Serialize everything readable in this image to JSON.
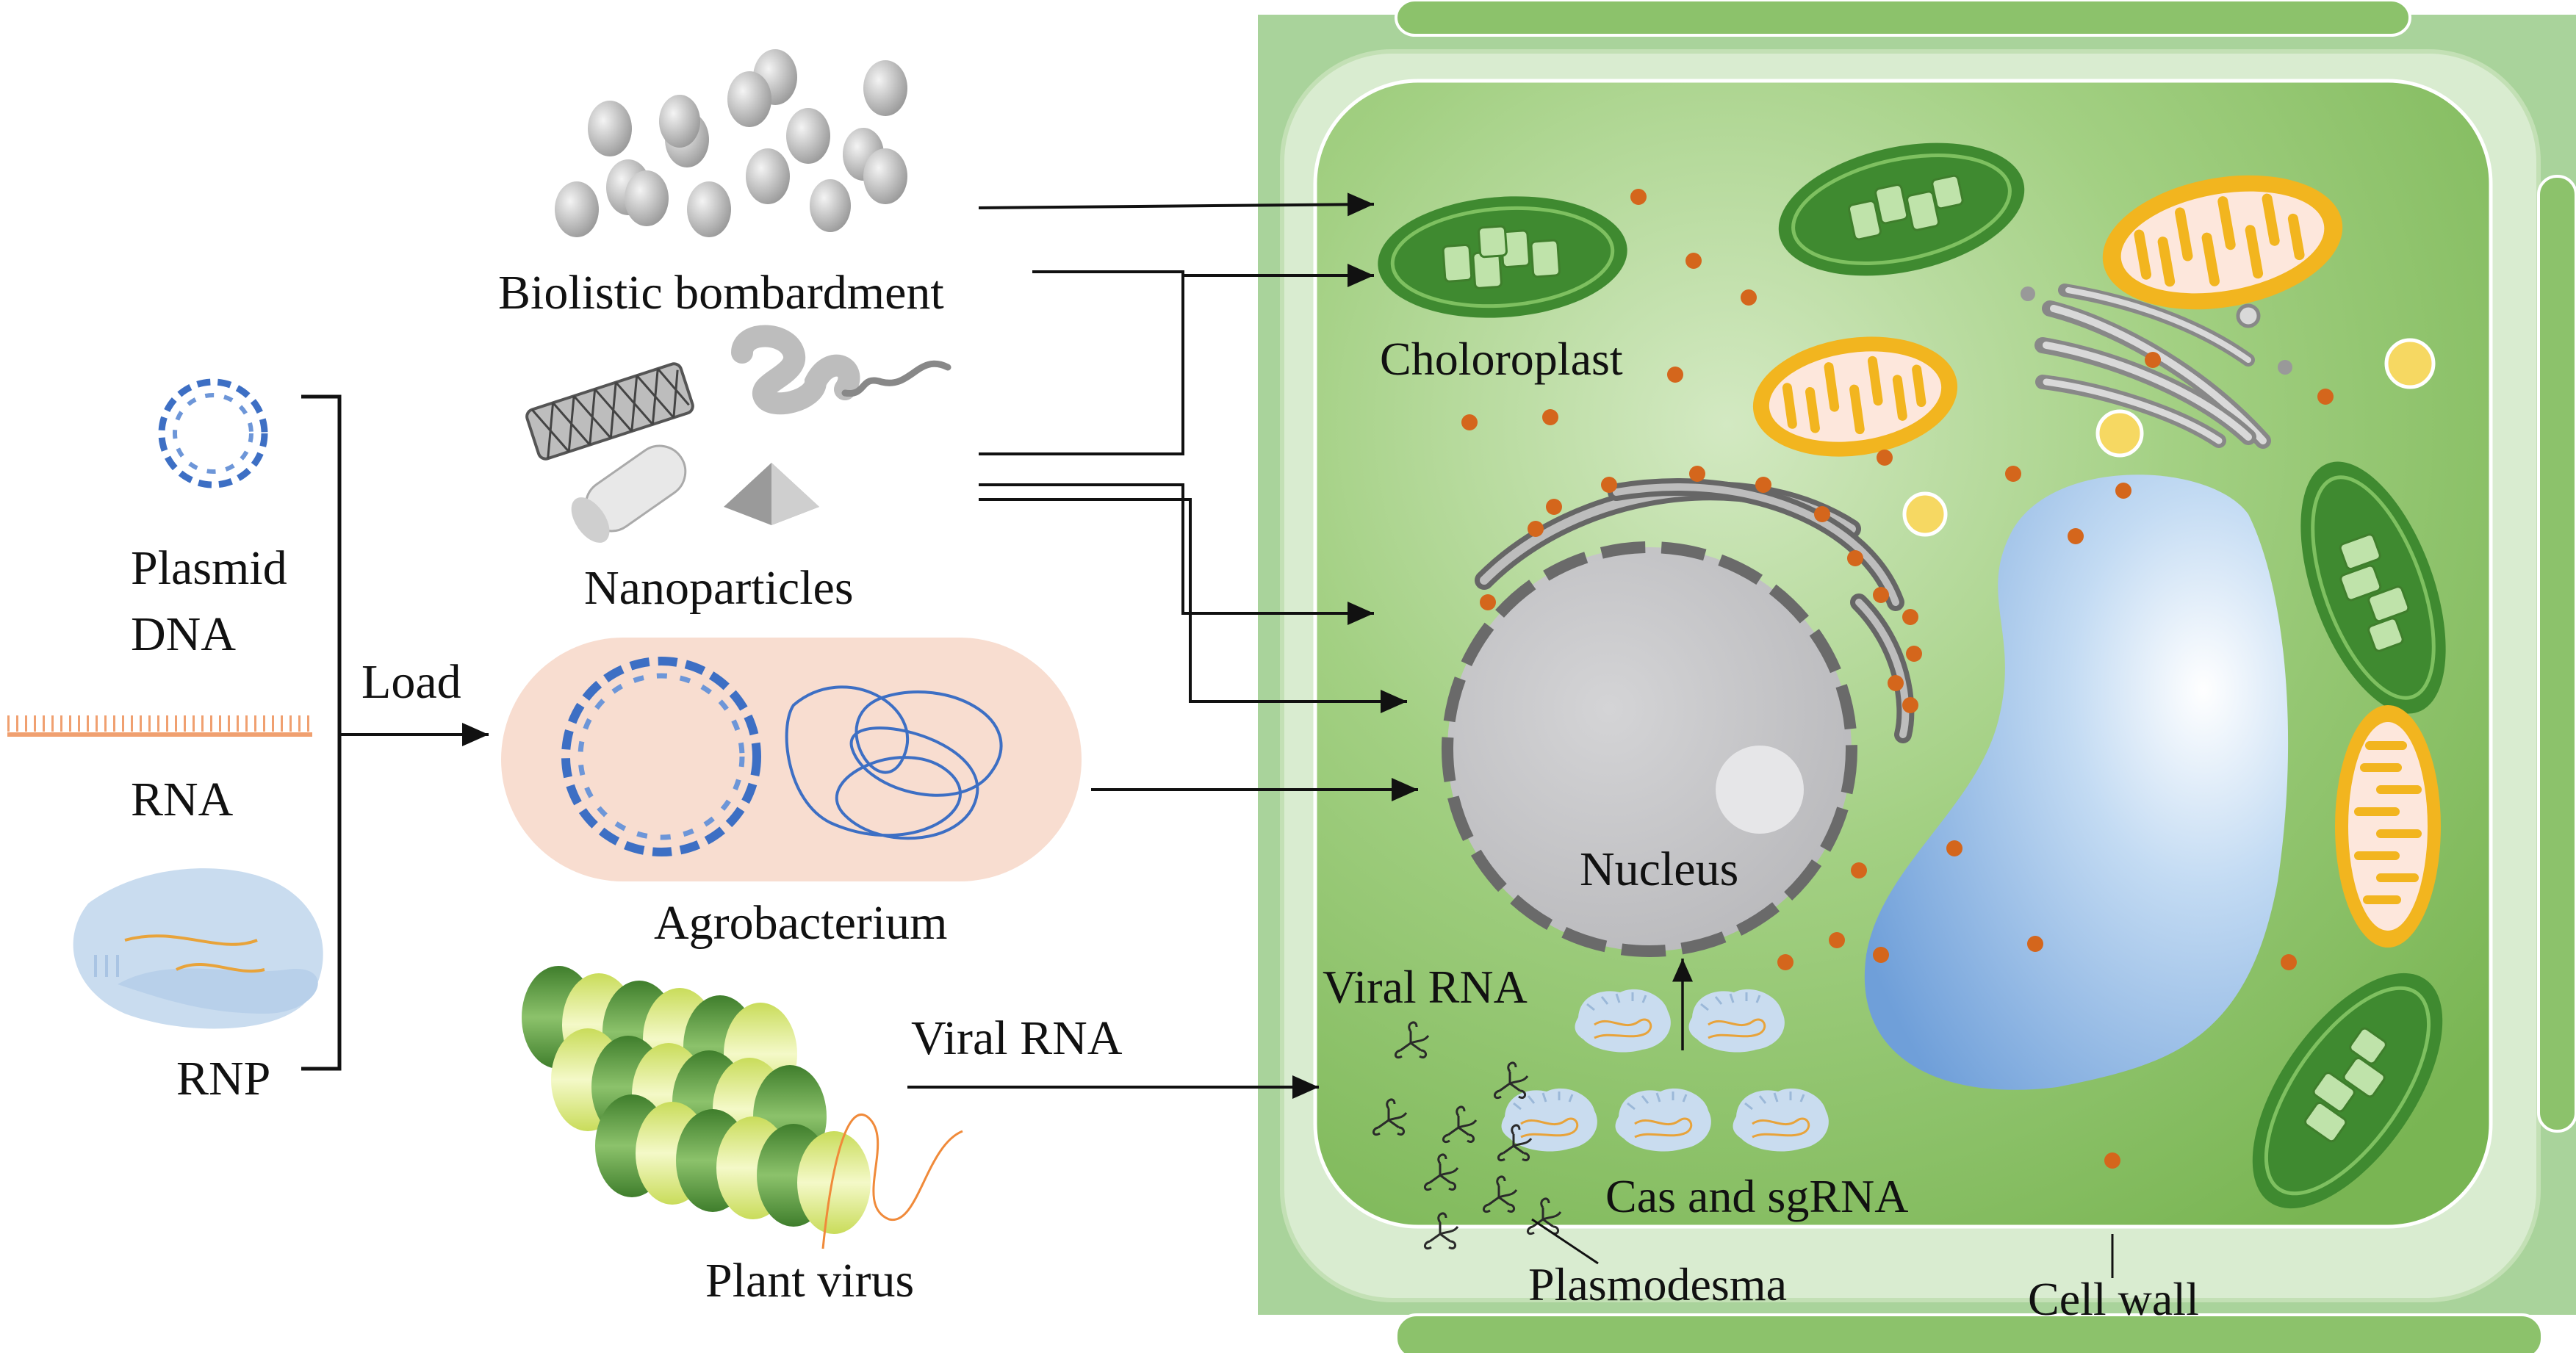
{
  "cargo": {
    "plasmid_label_1": "Plasmid",
    "plasmid_label_2": "DNA",
    "rna_label": "RNA",
    "rnp_label": "RNP",
    "load_label": "Load"
  },
  "delivery": {
    "biolistic_label": "Biolistic bombardment",
    "nanoparticles_label": "Nanoparticles",
    "agrobacterium_label": "Agrobacterium",
    "plant_virus_label": "Plant virus",
    "viral_rna_arrow_label": "Viral RNA"
  },
  "cell": {
    "chloroplast_label": "Choloroplast",
    "nucleus_label": "Nucleus",
    "viral_rna_label": "Viral RNA",
    "cas_label": "Cas and sgRNA",
    "plasmodesma_label": "Plasmodesma",
    "cell_wall_label": "Cell wall"
  },
  "colors": {
    "cell_fill": "#8cc26b",
    "cell_wall": "#d9ecd0",
    "outer_green": "#a9d39b",
    "chloroplast": "#4e9a3c",
    "mitochondria_outer": "#f2b51f",
    "vacuole": "#8fb9e6",
    "nucleus": "#c9c9cc",
    "dna_blue": "#3d6fc4",
    "rna_orange": "#f0a070",
    "agro_pink": "#f8ddd0",
    "dot_orange": "#d4661c",
    "virus_dark": "#4f8f34",
    "virus_light": "#d9ea7a"
  }
}
